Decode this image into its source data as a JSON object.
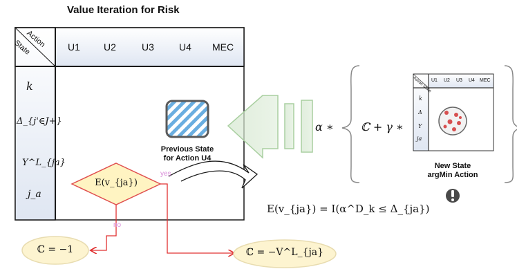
{
  "title": "Value Iteration for Risk",
  "table": {
    "corner_action": "Action",
    "corner_state": "State",
    "columns": [
      "U1",
      "U2",
      "U3",
      "U4",
      "MEC"
    ],
    "rows": [
      "k",
      "Δ_{j'∈J+}",
      "Υ^L_{ja}",
      "j_a"
    ]
  },
  "previous_state_label": "Previous State\nfor Action U4",
  "decision_node": "E(v_{ja})",
  "yes_label": "yes",
  "no_label": "no",
  "outcome_left": "ℂ = −1",
  "outcome_right": "ℂ = −V^L_{ja}",
  "equation": "E(v_{ja}) = I(α^D_k ≤ Δ_{ja})",
  "bellman": {
    "alpha_term": "α ∗",
    "c_plus_gamma": "ℂ + γ ∗"
  },
  "mini_table": {
    "corner": "Action State",
    "columns": [
      "U1",
      "U2",
      "U3",
      "U4",
      "MEC"
    ],
    "rows": [
      "k",
      "Δ",
      "Υ",
      "ja"
    ]
  },
  "new_state_label": "New State\nargMin Action",
  "warning_icon": "exclamation-circle-icon",
  "colors": {
    "table_header_bg": "#e6ecf5",
    "table_border": "#1a1a1a",
    "hatch_blue": "#6aaee0",
    "decision_fill": "#fff4c2",
    "decision_stroke": "#e05050",
    "outcome_fill": "#fdf4d0",
    "arrow_green": "#b8d7b0",
    "red_line": "#e03030",
    "dots_red": "#d75050"
  }
}
